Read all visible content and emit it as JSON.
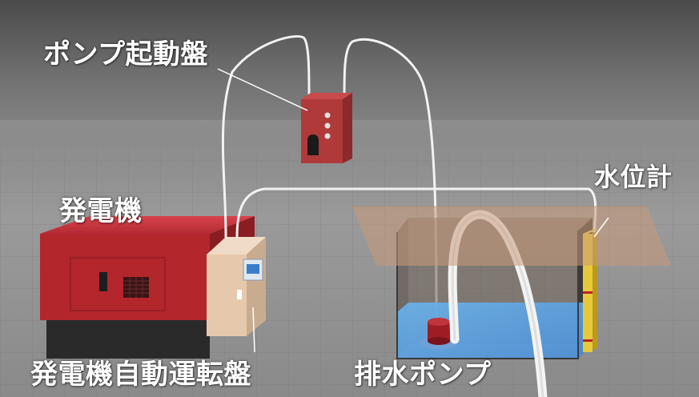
{
  "labels": {
    "pump_start_panel": "ポンプ起動盤",
    "generator": "発電機",
    "water_level_gauge": "水位計",
    "generator_auto_operation_panel": "発電機自動運転盤",
    "drainage_pump": "排水ポンプ"
  },
  "colors": {
    "generator_body": "#b3262b",
    "panel_red": "#b03a3a",
    "control_box": "#e6c9ad",
    "water": "#5aa9e8",
    "transparent_cover": "#c89a7a",
    "gauge_yellow": "#e8c93a",
    "cable": "#f2f2f2"
  }
}
